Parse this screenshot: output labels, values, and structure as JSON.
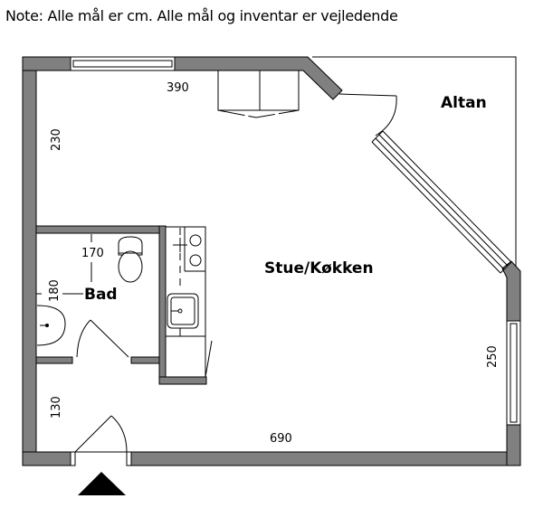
{
  "note": "Note: Alle mål er cm. Alle mål og inventar er vejledende",
  "rooms": {
    "living": "Stue/Køkken",
    "balcony": "Altan",
    "bathroom": "Bad"
  },
  "dimensions": {
    "top": "390",
    "left_upper": "230",
    "bath_width": "170",
    "bath_height": "180",
    "left_lower": "130",
    "bottom": "690",
    "right": "250"
  },
  "colors": {
    "wall": "#808080",
    "line": "#000000"
  }
}
